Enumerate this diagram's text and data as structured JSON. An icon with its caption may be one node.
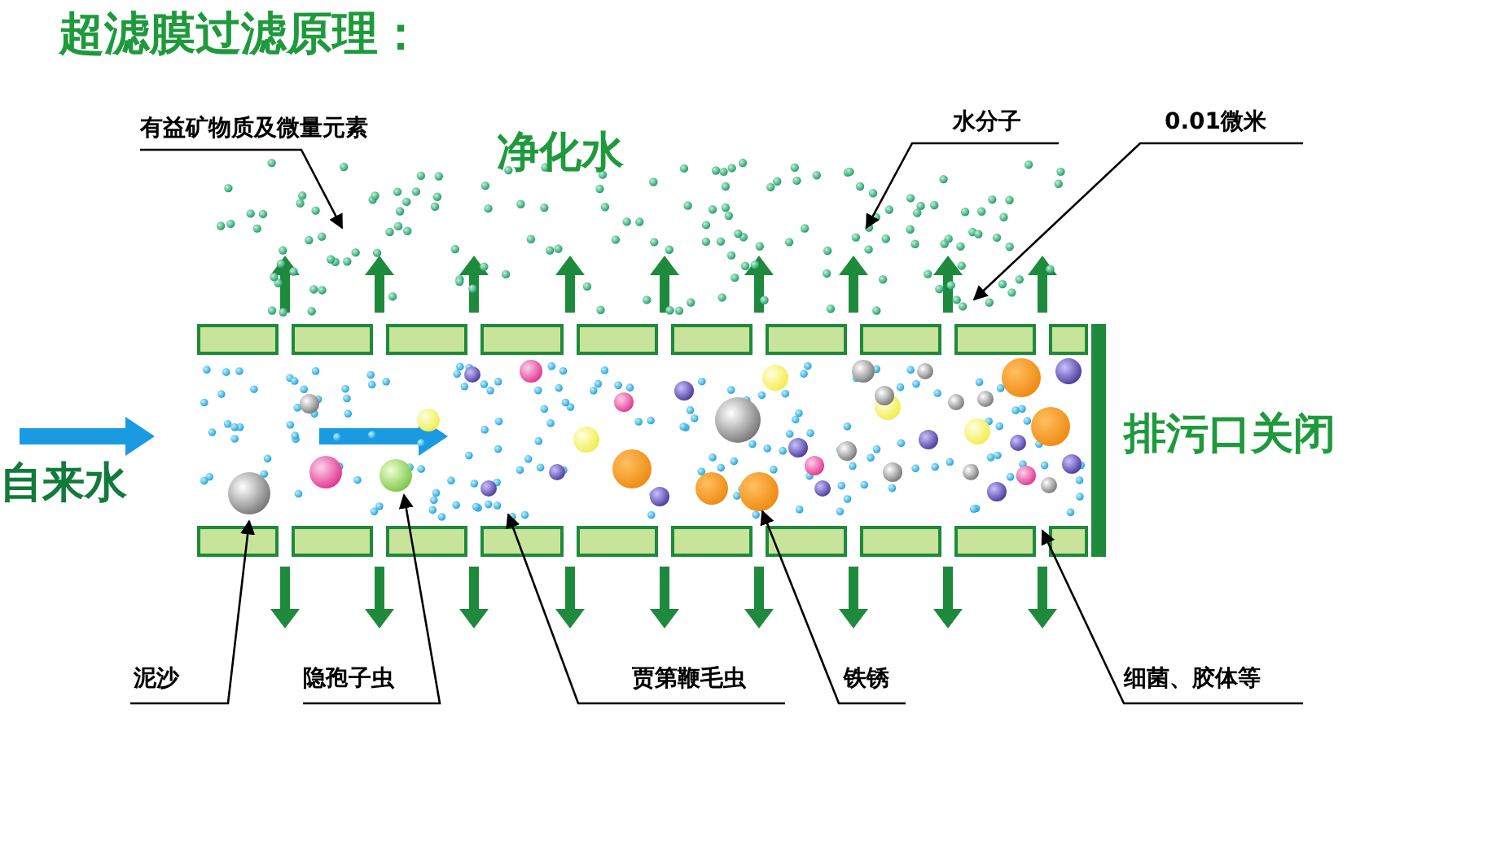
{
  "diagram": {
    "title": "超滤膜过滤原理：",
    "nodes": [
      {
        "text": [
          "有益矿物质及微量元素"
        ]
      },
      {
        "text": [
          "水分子"
        ]
      },
      {
        "text": [
          "0.01微米"
        ]
      },
      {
        "text": [
          "泥沙"
        ]
      },
      {
        "text": [
          "隐孢子虫"
        ]
      },
      {
        "text": [
          "贾第鞭毛虫"
        ]
      },
      {
        "text": [
          "铁锈"
        ]
      },
      {
        "text": [
          "细菌、胶体等"
        ]
      }
    ],
    "edges": [
      {
        "from": 0,
        "to": null,
        "arrow": "to"
      },
      {
        "from": 1,
        "to": null,
        "arrow": "to"
      },
      {
        "from": 2,
        "to": null,
        "arrow": "to"
      },
      {
        "from": 3,
        "to": null,
        "arrow": "to"
      },
      {
        "from": 4,
        "to": null,
        "arrow": "to"
      },
      {
        "from": 5,
        "to": null,
        "arrow": "to"
      },
      {
        "from": 6,
        "to": null,
        "arrow": "to"
      },
      {
        "from": 7,
        "to": null,
        "arrow": "to"
      }
    ],
    "labels": [
      "净化水",
      "自来水",
      "排污口关闭"
    ]
  }
}
